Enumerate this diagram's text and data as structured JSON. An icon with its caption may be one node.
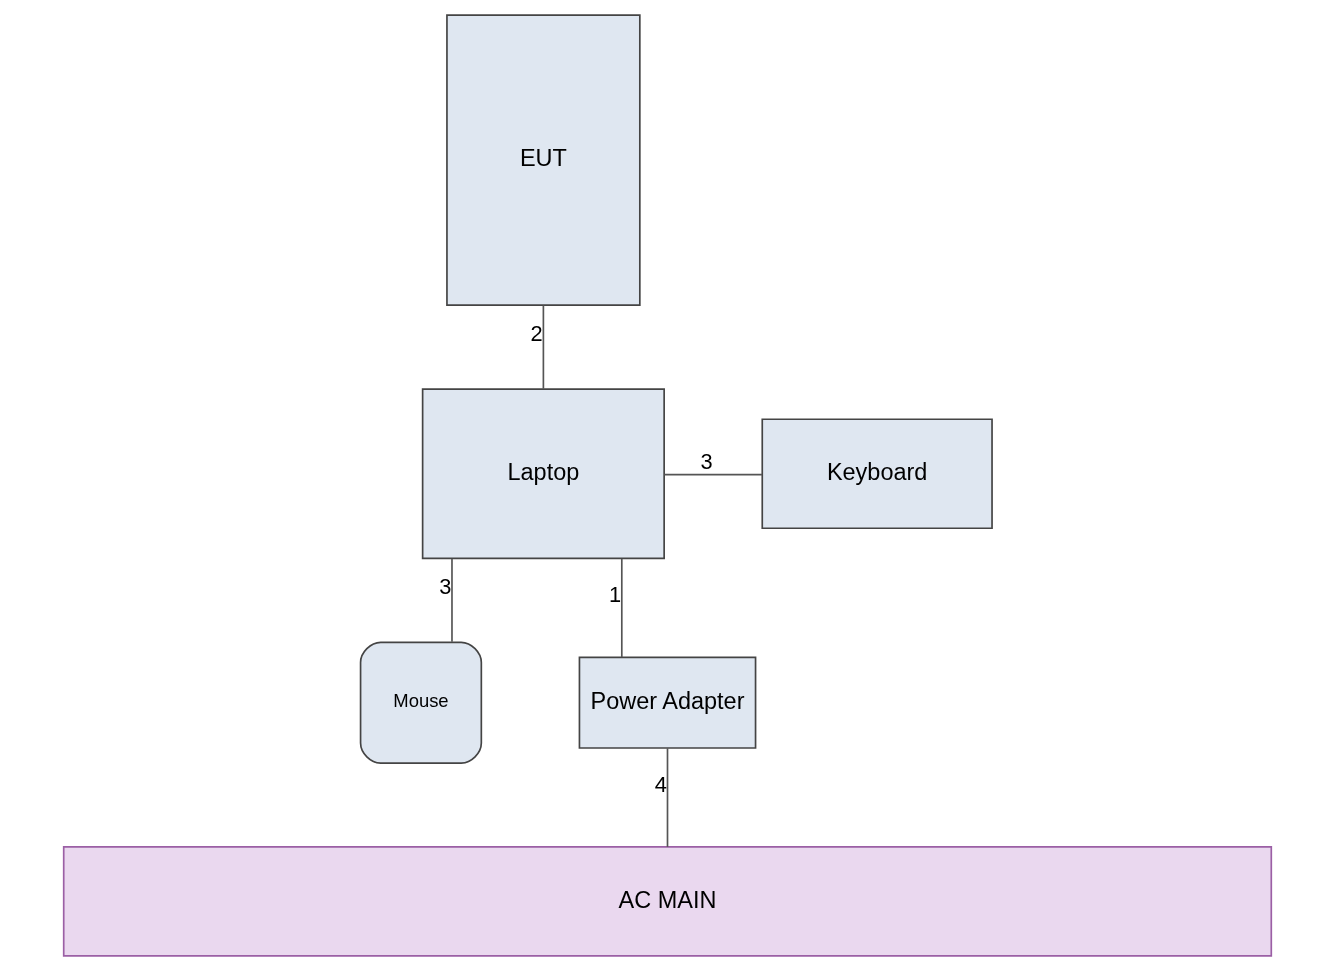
{
  "diagram": {
    "nodes": [
      {
        "text": [
          "EUT"
        ]
      },
      {
        "text": [
          "Laptop"
        ]
      },
      {
        "text": [
          "Keyboard"
        ]
      },
      {
        "text": [
          "Mouse"
        ]
      },
      {
        "text": [
          "Power Adapter"
        ]
      },
      {
        "text": [
          "AC MAIN"
        ]
      }
    ],
    "edges": [
      {
        "from": 0,
        "to": 1,
        "arrow": "none",
        "label": "2"
      },
      {
        "from": 1,
        "to": 2,
        "arrow": "none",
        "label": "3"
      },
      {
        "from": 1,
        "to": 3,
        "arrow": "none",
        "label": "3"
      },
      {
        "from": 1,
        "to": 4,
        "arrow": "none",
        "label": "1"
      },
      {
        "from": 4,
        "to": 5,
        "arrow": "none",
        "label": "4"
      }
    ]
  }
}
